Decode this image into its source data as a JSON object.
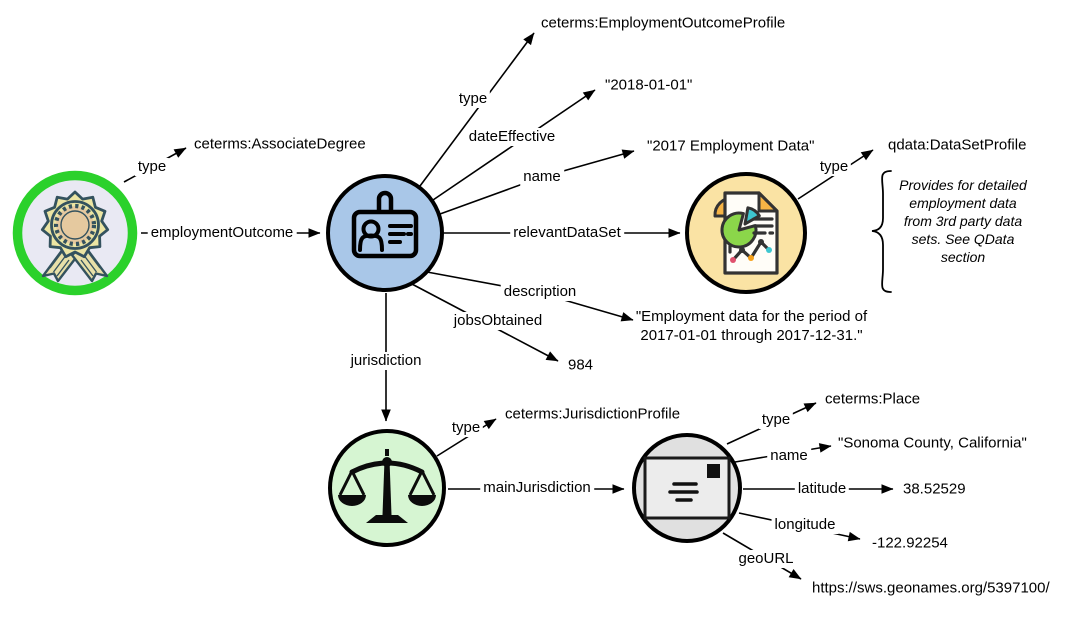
{
  "diagram": {
    "colors": {
      "credential_ring": "#2bd12b",
      "credential_fill": "#e9e9f3",
      "employment_outcome_fill": "#a9c7e8",
      "dataset_fill": "#fae3a4",
      "jurisdiction_fill": "#d6f5d2",
      "place_fill": "#e0e0e0",
      "line": "#000000"
    },
    "nodes": {
      "credential": {
        "icon": "award-ribbon-icon"
      },
      "employment_outcome_profile": {
        "icon": "id-card-icon"
      },
      "dataset_profile": {
        "icon": "data-report-icon"
      },
      "jurisdiction_profile": {
        "icon": "scales-icon"
      },
      "place": {
        "icon": "postcard-icon"
      }
    },
    "edges": {
      "credential_type": {
        "label": "type",
        "value": "ceterms:AssociateDegree"
      },
      "employment_outcome": {
        "label": "employmentOutcome"
      },
      "eop_type": {
        "label": "type",
        "value": "ceterms:EmploymentOutcomeProfile"
      },
      "date_effective": {
        "label": "dateEffective",
        "value": "\"2018-01-01\""
      },
      "eop_name": {
        "label": "name",
        "value": "\"2017 Employment Data\""
      },
      "relevant_data_set": {
        "label": "relevantDataSet"
      },
      "dataset_type": {
        "label": "type",
        "value": "qdata:DataSetProfile"
      },
      "description": {
        "label": "description",
        "value": "\"Employment data for the period of 2017-01-01 through 2017-12-31.\""
      },
      "jobs_obtained": {
        "label": "jobsObtained",
        "value": "984"
      },
      "jurisdiction": {
        "label": "jurisdiction"
      },
      "jurisdiction_type": {
        "label": "type",
        "value": "ceterms:JurisdictionProfile"
      },
      "main_jurisdiction": {
        "label": "mainJurisdiction"
      },
      "place_type": {
        "label": "type",
        "value": "ceterms:Place"
      },
      "place_name": {
        "label": "name",
        "value": "\"Sonoma County, California\""
      },
      "latitude": {
        "label": "latitude",
        "value": "38.52529"
      },
      "longitude": {
        "label": "longitude",
        "value": "-122.92254"
      },
      "geo_url": {
        "label": "geoURL",
        "value": "https://sws.geonames.org/5397100/"
      }
    },
    "annotation": {
      "text": "Provides for detailed employment data from 3rd party data sets. See QData section"
    }
  }
}
